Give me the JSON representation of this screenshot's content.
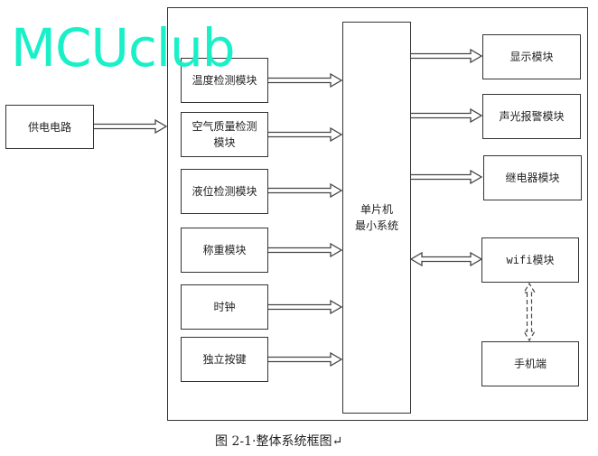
{
  "watermark": "MCUclub",
  "power": "供电电路",
  "inputs": [
    "温度检测模块",
    "空气质量检测模块",
    "液位检测模块",
    "称重模块",
    "时钟",
    "独立按键"
  ],
  "mcu": {
    "line1": "单片机",
    "line2": "最小系统"
  },
  "outputs": [
    "显示模块",
    "声光报警模块",
    "继电器模块"
  ],
  "wifi": "wifi模块",
  "phone": "手机端",
  "caption": "图 2-1·整体系统框图↵"
}
